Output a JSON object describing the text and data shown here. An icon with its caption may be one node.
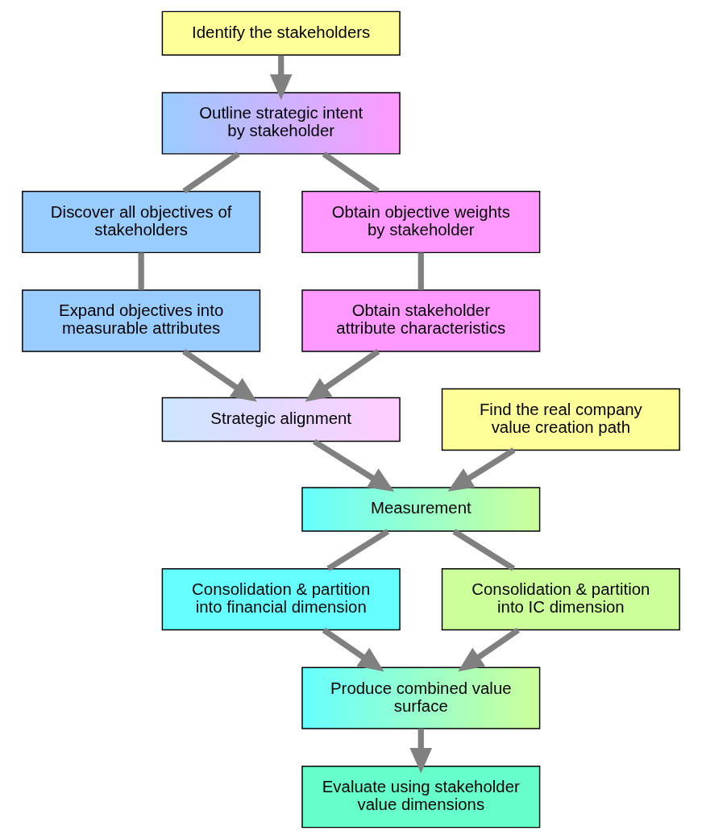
{
  "diagram": {
    "nodes": [
      {
        "text": [
          "Identify the stakeholders"
        ]
      },
      {
        "text": [
          "Outline strategic intent by stakeholder"
        ]
      },
      {
        "text": [
          "Discover all objectives of stakeholders"
        ]
      },
      {
        "text": [
          "Obtain objective weights by stakeholder"
        ]
      },
      {
        "text": [
          "Expand objectives into measurable attributes"
        ]
      },
      {
        "text": [
          "Obtain stakeholder attribute characteristics"
        ]
      },
      {
        "text": [
          "Strategic alignment"
        ]
      },
      {
        "text": [
          "Find the real company value creation path"
        ]
      },
      {
        "text": [
          "Measurement"
        ]
      },
      {
        "text": [
          "Consolidation & partition into financial dimension"
        ]
      },
      {
        "text": [
          "Consolidation & partition into IC dimension"
        ]
      },
      {
        "text": [
          "Produce combined value surface"
        ]
      },
      {
        "text": [
          "Evaluate using stakeholder value dimensions"
        ]
      }
    ],
    "edges": [
      {
        "from": 0,
        "to": 1,
        "arrow": "to"
      },
      {
        "from": 1,
        "to": 2,
        "arrow": "none"
      },
      {
        "from": 2,
        "to": 4,
        "arrow": "none"
      },
      {
        "from": 4,
        "to": 6,
        "arrow": "to"
      },
      {
        "from": 1,
        "to": 3,
        "arrow": "none"
      },
      {
        "from": 3,
        "to": 5,
        "arrow": "none"
      },
      {
        "from": 5,
        "to": 6,
        "arrow": "to"
      },
      {
        "from": 6,
        "to": 8,
        "arrow": "to"
      },
      {
        "from": 7,
        "to": 8,
        "arrow": "to"
      },
      {
        "from": 8,
        "to": 9,
        "arrow": "none"
      },
      {
        "from": 9,
        "to": 11,
        "arrow": "to"
      },
      {
        "from": 8,
        "to": 10,
        "arrow": "none"
      },
      {
        "from": 10,
        "to": 11,
        "arrow": "to"
      },
      {
        "from": 11,
        "to": 12,
        "arrow": "to"
      }
    ]
  }
}
